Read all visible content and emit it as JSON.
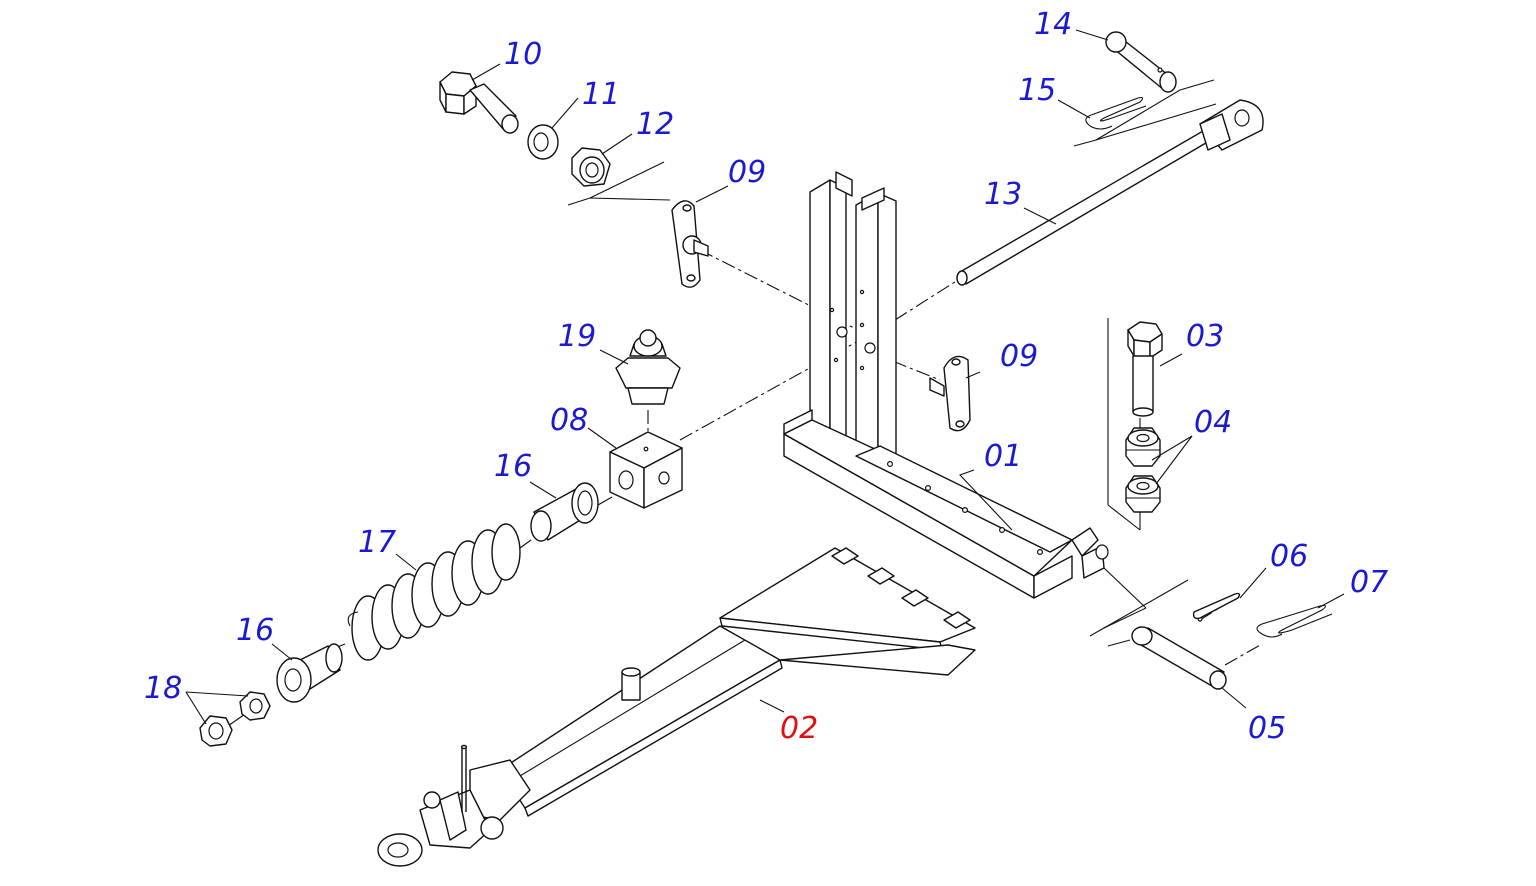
{
  "callouts": {
    "c01": "01",
    "c02": "02",
    "c03": "03",
    "c04": "04",
    "c05": "05",
    "c06": "06",
    "c07": "07",
    "c08": "08",
    "c09a": "09",
    "c09b": "09",
    "c10": "10",
    "c11": "11",
    "c12": "12",
    "c13": "13",
    "c14": "14",
    "c15": "15",
    "c16a": "16",
    "c16b": "16",
    "c17": "17",
    "c18": "18",
    "c19": "19"
  },
  "colors": {
    "callout": "#1a1ad2",
    "highlighted_callout": "#e01010",
    "line": "#111111",
    "background": "#ffffff"
  }
}
